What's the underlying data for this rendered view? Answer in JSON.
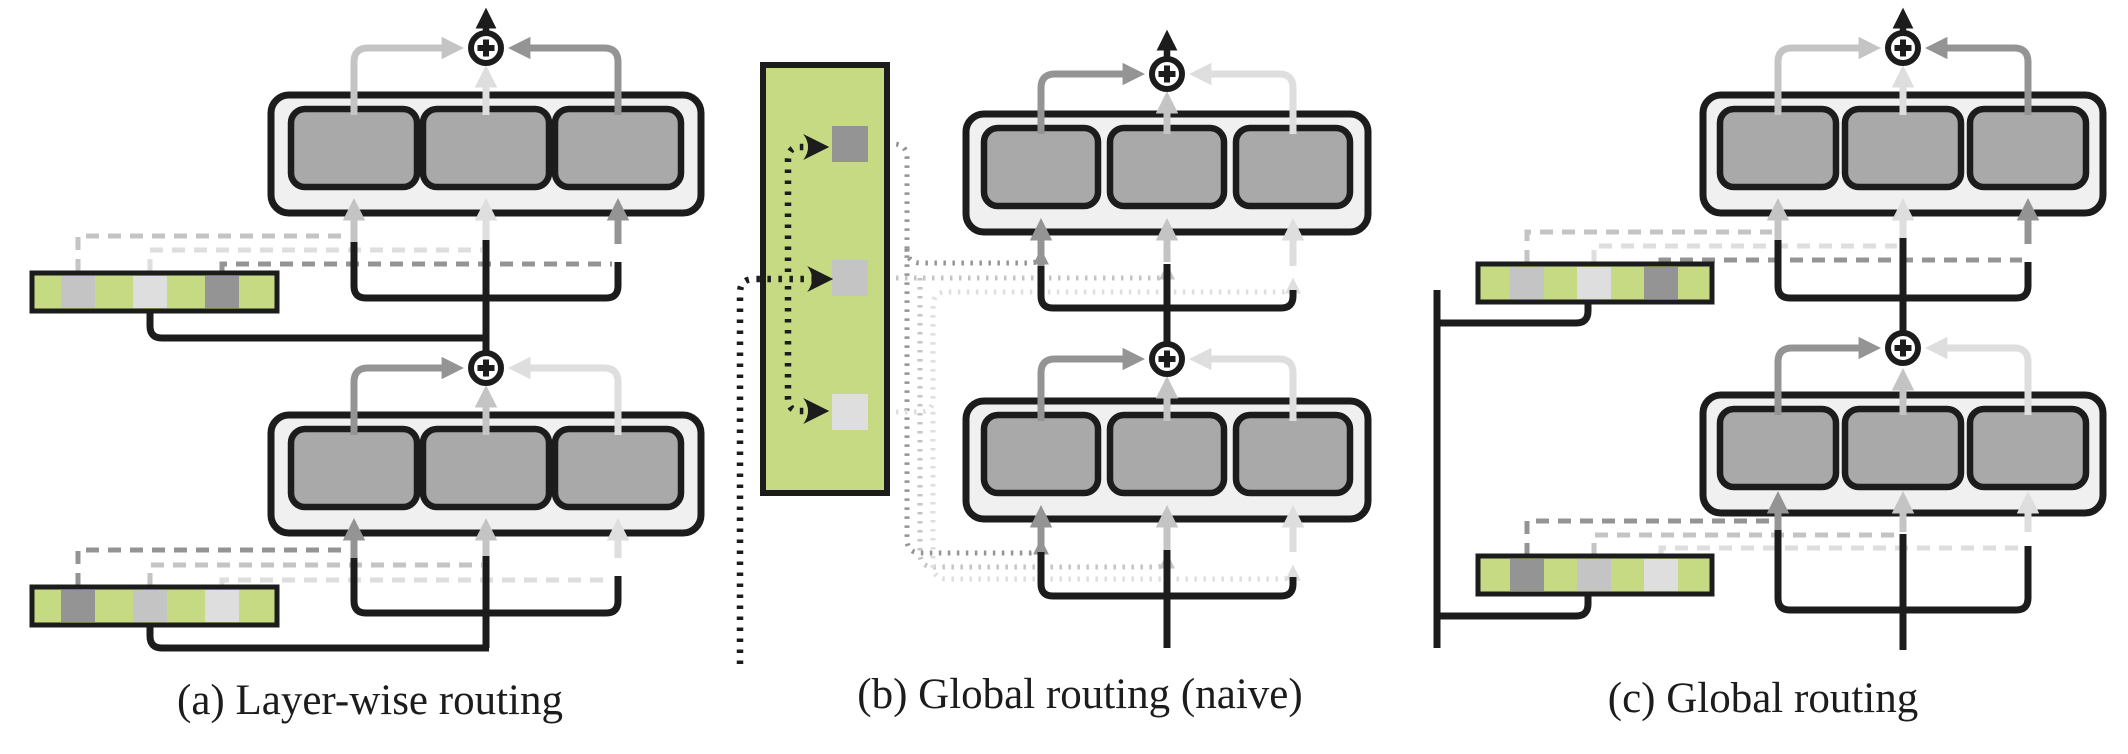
{
  "figure": {
    "panels": [
      {
        "label": "a",
        "caption": "(a) Layer-wise routing",
        "description": "two expert layers, each with its own horizontal router bar",
        "layers": [
          {
            "router_weights_left_to_right": [
              "mid",
              "low",
              "high"
            ]
          },
          {
            "router_weights_left_to_right": [
              "high",
              "mid",
              "low"
            ]
          }
        ]
      },
      {
        "label": "b",
        "caption": "(b) Global routing (naive)",
        "description": "one vertical global router feeding both expert layers with dotted links",
        "router_weights_top_to_bottom": [
          "high",
          "mid",
          "low"
        ],
        "per_block_weights_left_to_right": [
          "high",
          "mid",
          "low"
        ]
      },
      {
        "label": "c",
        "caption": "(c) Global routing",
        "description": "per-layer router bars fed by one shared global input line",
        "layers": [
          {
            "router_weights_left_to_right": [
              "mid",
              "low",
              "high"
            ]
          },
          {
            "router_weights_left_to_right": [
              "high",
              "mid",
              "low"
            ]
          }
        ]
      }
    ],
    "experts_per_block": 3,
    "blocks_per_panel": 2
  },
  "colors": {
    "background": "#ffffff",
    "ink": "#1c1c1c",
    "block_fill": "#f0f0f0",
    "expert_fill": "#a9a9a9",
    "router_green": "#c6da84",
    "weight_high": "#949494",
    "weight_mid": "#c4c4c4",
    "weight_low": "#dedede"
  }
}
